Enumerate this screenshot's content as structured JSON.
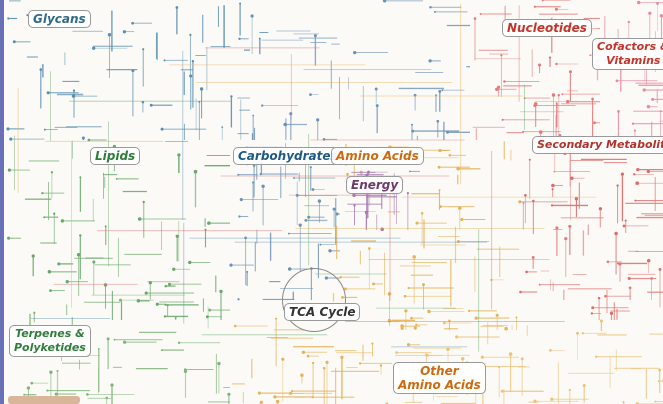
{
  "map": {
    "background": "#fbfaf6",
    "categories": [
      {
        "id": "glycans",
        "label": "Glycans",
        "color": "#2f6a8a"
      },
      {
        "id": "nucleotides",
        "label": "Nucleotides",
        "color": "#c2352a"
      },
      {
        "id": "cofactors",
        "label_line1": "Cofactors &",
        "label_line2": "Vitamins",
        "color": "#c2352a"
      },
      {
        "id": "lipids",
        "label": "Lipids",
        "color": "#2f7d3a"
      },
      {
        "id": "carbohydrates",
        "label": "Carbohydrates",
        "color": "#1d5a86"
      },
      {
        "id": "amino_acids",
        "label": "Amino Acids",
        "color": "#cc6a10"
      },
      {
        "id": "secondary",
        "label": "Secondary Metabolites",
        "color": "#b1332b"
      },
      {
        "id": "energy",
        "label": "Energy",
        "color": "#6a3a6a"
      },
      {
        "id": "tca",
        "label": "TCA Cycle",
        "color": "#333333"
      },
      {
        "id": "terpenes",
        "label_line1": "Terpenes &",
        "label_line2": "Polyketides",
        "color": "#2f7d3a"
      },
      {
        "id": "other_amino",
        "label_line1": "Other",
        "label_line2": "Amino Acids",
        "color": "#cc6a10"
      }
    ],
    "pathway_colors": {
      "glycans": "#5b8fb0",
      "lipids": "#69a86a",
      "carbohydrates": "#6d92b8",
      "amino_acids": "#e7b35a",
      "nucleotides": "#e37b7b",
      "cofactors": "#e88aa0",
      "secondary": "#e06a6a",
      "energy": "#a879b0",
      "terpenes": "#7fb47a",
      "other_amino": "#edc27a"
    }
  }
}
